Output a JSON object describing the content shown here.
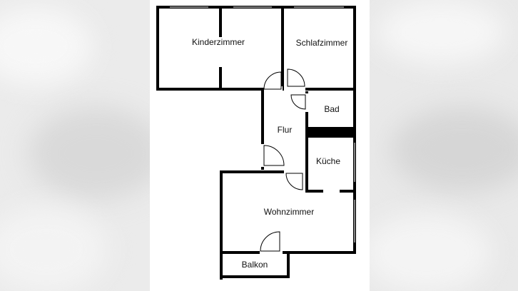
{
  "floor_plan": {
    "rooms": [
      {
        "id": "kinderzimmer",
        "label": "Kinderzimmer"
      },
      {
        "id": "schlafzimmer",
        "label": "Schlafzimmer"
      },
      {
        "id": "bad",
        "label": "Bad"
      },
      {
        "id": "flur",
        "label": "Flur"
      },
      {
        "id": "kueche",
        "label": "Küche"
      },
      {
        "id": "wohnzimmer",
        "label": "Wohnzimmer"
      },
      {
        "id": "balkon",
        "label": "Balkon"
      }
    ]
  },
  "colors": {
    "wall": "#000000",
    "background": "#ffffff",
    "blurred_surround": "#e8e8e8"
  }
}
